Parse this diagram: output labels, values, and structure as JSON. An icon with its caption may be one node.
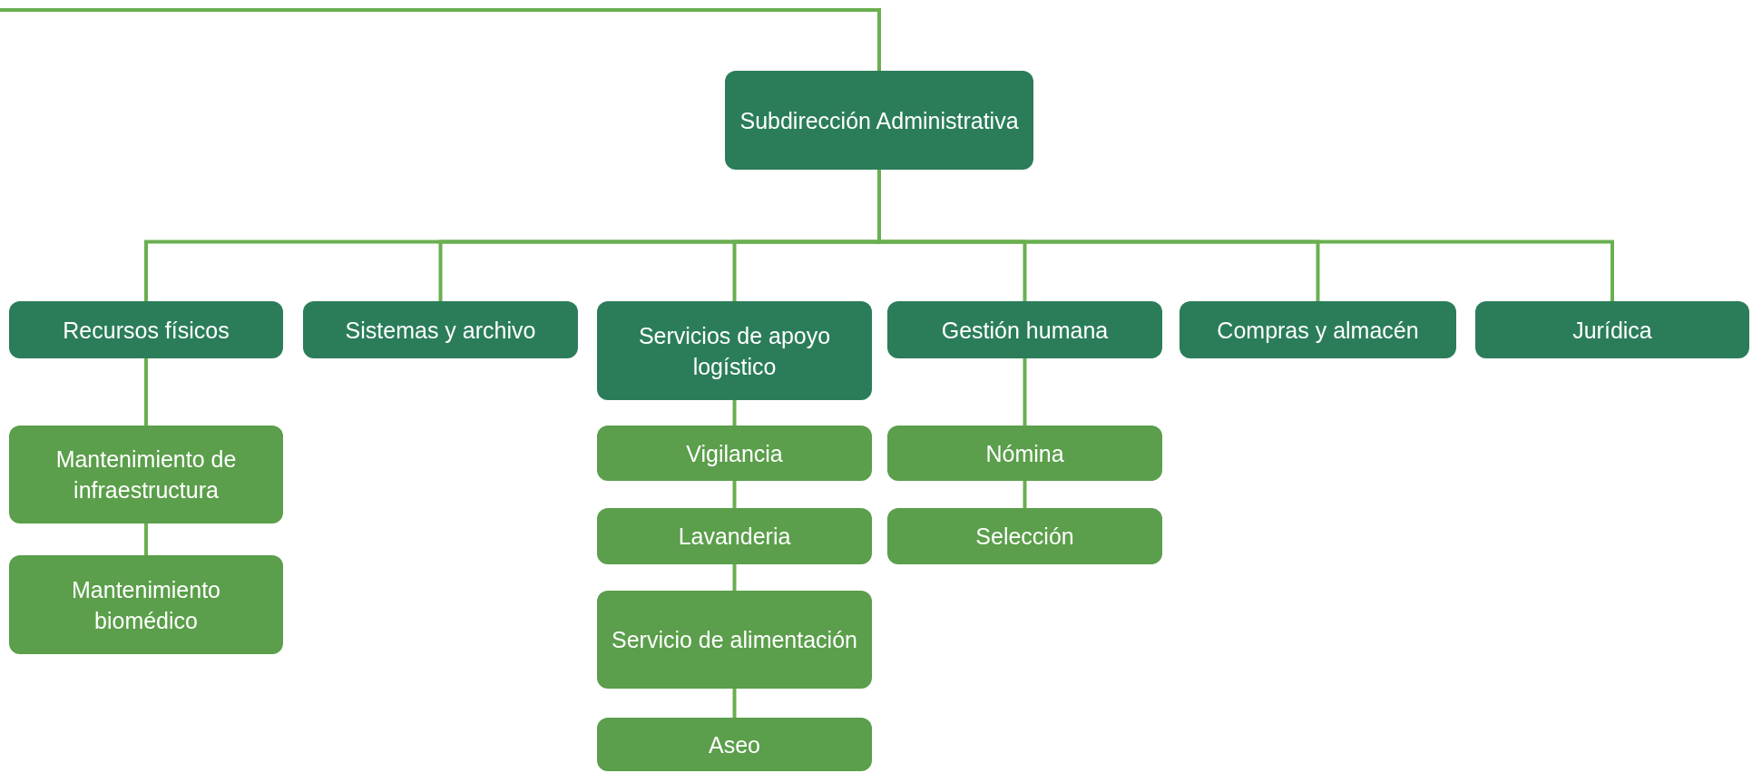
{
  "diagram": {
    "nodes": [
      {
        "text": [
          "Subdirección Administrativa"
        ]
      },
      {
        "text": [
          "Recursos físicos"
        ]
      },
      {
        "text": [
          "Sistemas y archivo"
        ]
      },
      {
        "text": [
          "Servicios de apoyo logístico"
        ]
      },
      {
        "text": [
          "Gestión humana"
        ]
      },
      {
        "text": [
          "Compras y almacén"
        ]
      },
      {
        "text": [
          "Jurídica"
        ]
      },
      {
        "text": [
          "Mantenimiento de infraestructura"
        ]
      },
      {
        "text": [
          "Mantenimiento biomédico"
        ]
      },
      {
        "text": [
          "Vigilancia"
        ]
      },
      {
        "text": [
          "Lavanderia"
        ]
      },
      {
        "text": [
          "Servicio de alimentación"
        ]
      },
      {
        "text": [
          "Aseo"
        ]
      },
      {
        "text": [
          "Nómina"
        ]
      },
      {
        "text": [
          "Selección"
        ]
      }
    ],
    "edges": [
      {
        "from": null,
        "to": 0,
        "arrow": "none"
      },
      {
        "from": 0,
        "to": 1,
        "arrow": "none"
      },
      {
        "from": 0,
        "to": 2,
        "arrow": "none"
      },
      {
        "from": 0,
        "to": 3,
        "arrow": "none"
      },
      {
        "from": 0,
        "to": 4,
        "arrow": "none"
      },
      {
        "from": 0,
        "to": 5,
        "arrow": "none"
      },
      {
        "from": 0,
        "to": 6,
        "arrow": "none"
      },
      {
        "from": 1,
        "to": 7,
        "arrow": "none"
      },
      {
        "from": 7,
        "to": 8,
        "arrow": "none"
      },
      {
        "from": 3,
        "to": 9,
        "arrow": "none"
      },
      {
        "from": 9,
        "to": 10,
        "arrow": "none"
      },
      {
        "from": 10,
        "to": 11,
        "arrow": "none"
      },
      {
        "from": 11,
        "to": 12,
        "arrow": "none"
      },
      {
        "from": 4,
        "to": 13,
        "arrow": "none"
      },
      {
        "from": 13,
        "to": 14,
        "arrow": "none"
      }
    ]
  }
}
